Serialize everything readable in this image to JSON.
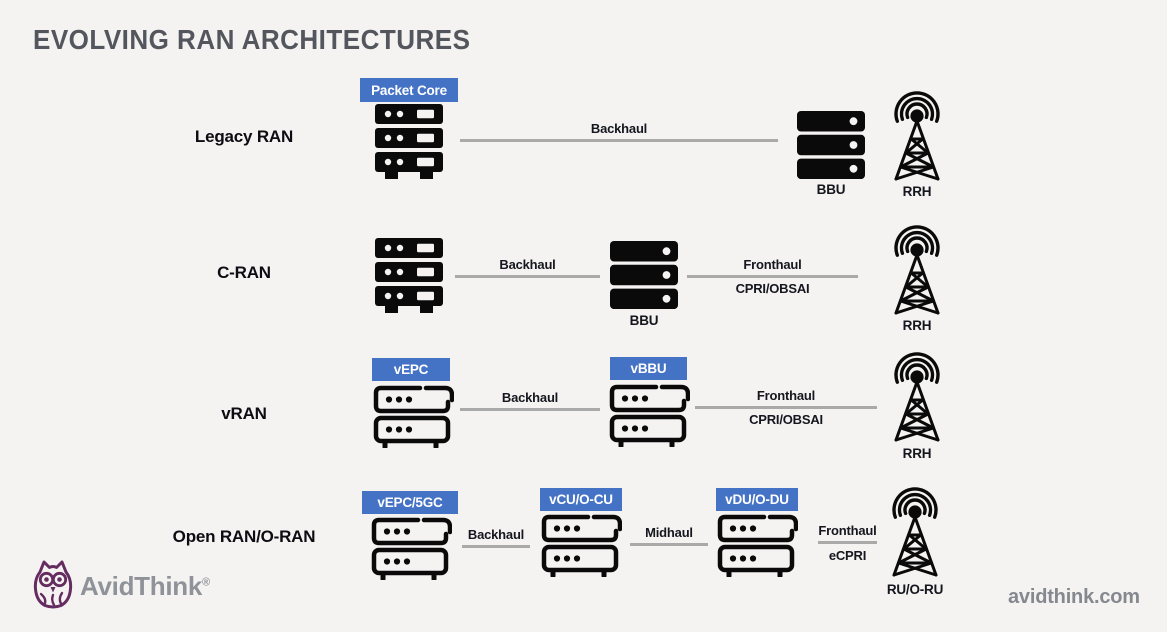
{
  "title": "EVOLVING RAN ARCHITECTURES",
  "rows": [
    {
      "label": "Legacy RAN",
      "nodes": {
        "core_badge": "Packet Core",
        "bbu_caption": "BBU",
        "tower_caption": "RRH"
      },
      "links": {
        "backhaul": "Backhaul"
      }
    },
    {
      "label": "C-RAN",
      "nodes": {
        "bbu_caption": "BBU",
        "tower_caption": "RRH"
      },
      "links": {
        "backhaul": "Backhaul",
        "fronthaul": "Fronthaul",
        "fronthaul_sub": "CPRI/OBSAI"
      }
    },
    {
      "label": "vRAN",
      "nodes": {
        "core_badge": "vEPC",
        "bbu_badge": "vBBU",
        "tower_caption": "RRH"
      },
      "links": {
        "backhaul": "Backhaul",
        "fronthaul": "Fronthaul",
        "fronthaul_sub": "CPRI/OBSAI"
      }
    },
    {
      "label": "Open RAN/O-RAN",
      "nodes": {
        "core_badge": "vEPC/5GC",
        "cu_badge": "vCU/O-CU",
        "du_badge": "vDU/O-DU",
        "tower_caption": "RU/O-RU"
      },
      "links": {
        "backhaul": "Backhaul",
        "midhaul": "Midhaul",
        "fronthaul": "Fronthaul",
        "fronthaul_sub": "eCPRI"
      }
    }
  ],
  "footer": {
    "brand": "AvidThink",
    "registered": "®",
    "website": "avidthink.com"
  },
  "colors": {
    "background": "#f4f3f2",
    "badge_blue": "#4472c4",
    "line_gray": "#a9a9a9",
    "title_gray": "#54565e",
    "icon_black": "#0a0a0a",
    "brand_gray": "#8f9298",
    "owl_purple": "#652c60"
  },
  "icons": {
    "server_stack": "server-stack-icon",
    "bbu": "bbu-server-icon",
    "virtual_server": "virtual-server-icon",
    "tower": "radio-tower-icon",
    "owl": "owl-logo-icon"
  }
}
